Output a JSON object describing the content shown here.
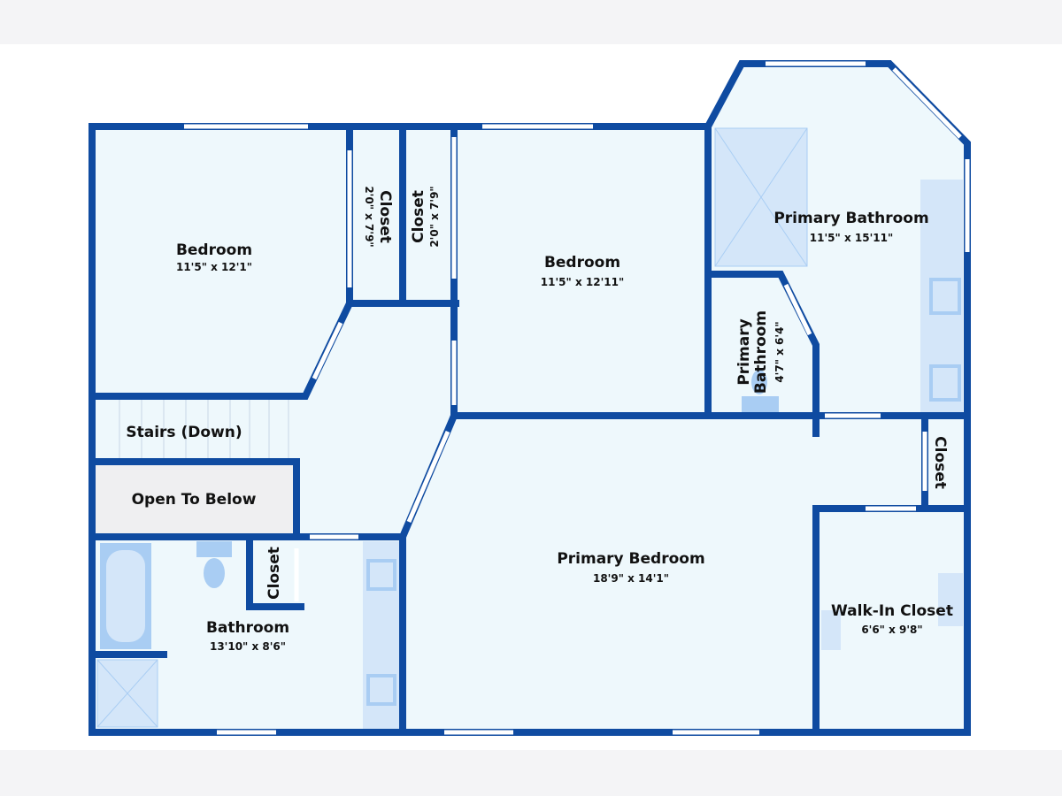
{
  "rooms": {
    "bedroom_left": {
      "name": "Bedroom",
      "dims": "11'5\" x 12'1\""
    },
    "closet_1": {
      "name": "Closet",
      "dims": "2'0\" x 7'9\""
    },
    "closet_2": {
      "name": "Closet",
      "dims": "2'0\" x 7'9\""
    },
    "bedroom_middle": {
      "name": "Bedroom",
      "dims": "11'5\" x 12'11\""
    },
    "primary_bathroom": {
      "name": "Primary Bathroom",
      "dims": "11'5\" x 15'11\""
    },
    "primary_bathroom_small": {
      "name_line1": "Primary",
      "name_line2": "Bathroom",
      "dims": "4'7\" x 6'4\""
    },
    "stairs": {
      "name": "Stairs (Down)"
    },
    "open_to_below": {
      "name": "Open To Below"
    },
    "closet_east": {
      "name": "Closet"
    },
    "bathroom": {
      "name": "Bathroom",
      "dims": "13'10\" x 8'6\""
    },
    "closet_bath": {
      "name": "Closet"
    },
    "primary_bedroom": {
      "name": "Primary Bedroom",
      "dims": "18'9\" x 14'1\""
    },
    "walk_in_closet": {
      "name": "Walk-In Closet",
      "dims": "6'6\" x 9'8\""
    }
  },
  "colors": {
    "wall": "#0f4ba1",
    "floor": "#eef8fc",
    "fixture": "#d4e6f9",
    "fixture_dark": "#a9cdf3",
    "open_below": "#efeff1"
  }
}
